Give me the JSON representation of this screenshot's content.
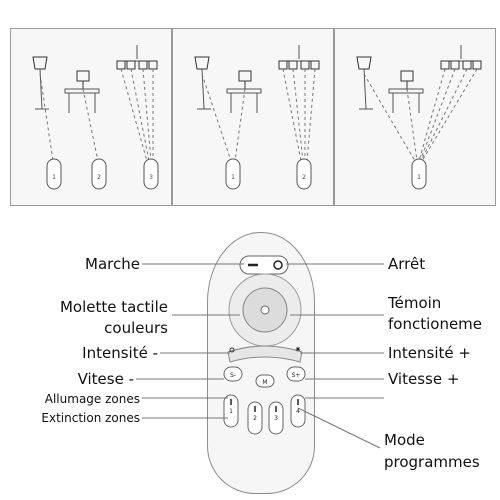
{
  "labels": {
    "marche": "Marche",
    "arret": "Arrêt",
    "molette_line1": "Molette tactile",
    "molette_line2": "couleurs",
    "temoin_line1": "Témoin",
    "temoin_line2": "fonctioneme",
    "intensite_minus": "Intensité -",
    "intensite_plus": "Intensité +",
    "vitese_minus": "Vitese -",
    "vitesse_plus": "Vitesse +",
    "allumage_zones": "Allumage zones",
    "extinction_zones": "Extinction zones",
    "mode_line1": "Mode",
    "mode_line2": "programmes"
  },
  "remote_buttons": {
    "speed_minus": "S-",
    "mode": "M",
    "speed_plus": "S+",
    "zones": [
      "1",
      "2",
      "3",
      "4"
    ]
  },
  "panels": [
    {
      "remote_zones": [
        "1",
        "2",
        "3"
      ]
    },
    {
      "remote_zones": [
        "1",
        "2"
      ]
    },
    {
      "remote_zones": [
        "1"
      ]
    }
  ]
}
